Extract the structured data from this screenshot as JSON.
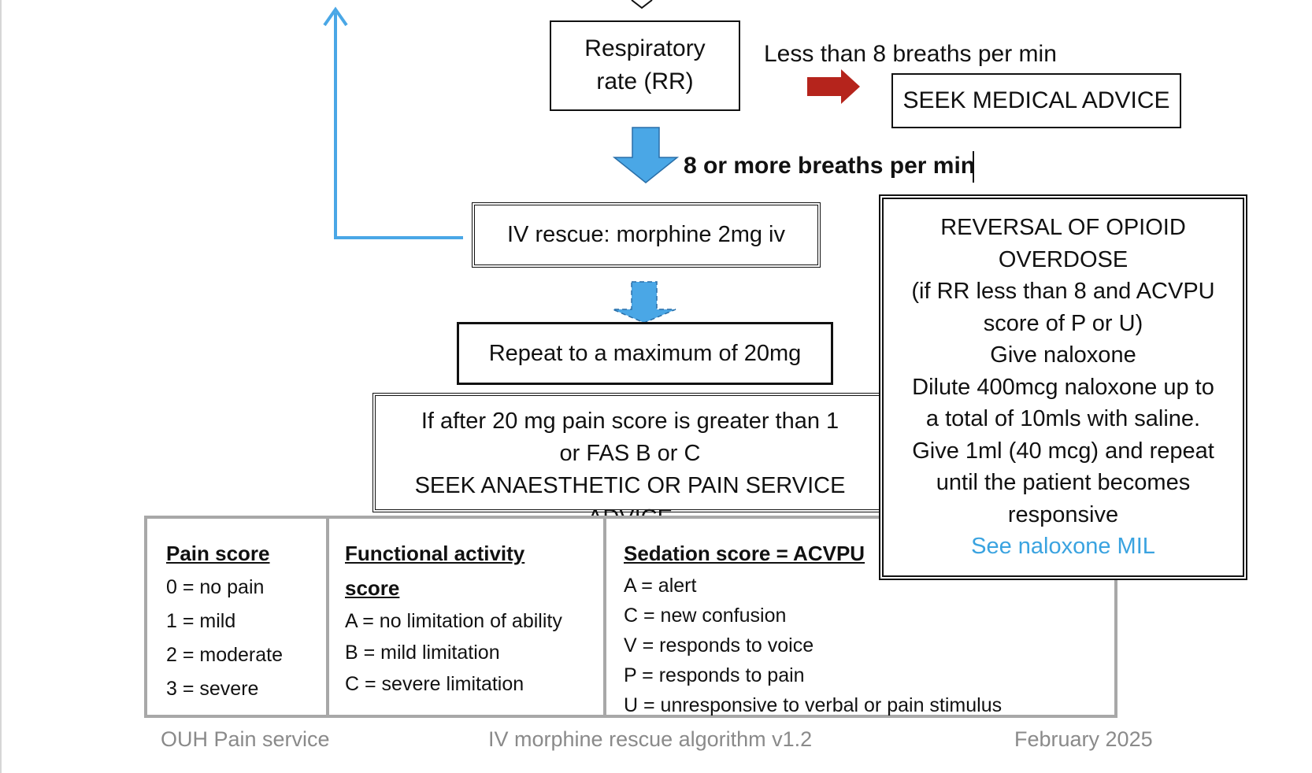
{
  "respiratory_rate_box": {
    "line1": "Respiratory",
    "line2": "rate (RR)"
  },
  "low_rr_label": "Less than 8 breaths per min",
  "seek_medical_advice": "SEEK MEDICAL ADVICE",
  "ok_rr_label": "8 or more breaths per min",
  "iv_rescue": "IV rescue: morphine 2mg iv",
  "repeat_max": "Repeat to a maximum of 20mg",
  "after_20mg": {
    "line1": "If after 20 mg pain score is greater than 1",
    "line2": "or FAS B or C",
    "line3": "SEEK ANAESTHETIC OR PAIN SERVICE ADVICE"
  },
  "reversal": {
    "lines": [
      "REVERSAL OF OPIOID",
      "OVERDOSE",
      "(if RR less than 8 and ACVPU",
      "score of P or U)",
      "Give naloxone",
      "Dilute 400mcg naloxone up to",
      "a total of 10mls with saline.",
      "Give 1ml (40 mcg) and repeat",
      "until the patient becomes",
      "responsive"
    ],
    "link": "See naloxone MIL"
  },
  "pain_score": {
    "title": "Pain score",
    "items": [
      "0 = no pain",
      "1 = mild",
      "2 = moderate",
      "3 = severe"
    ]
  },
  "functional_activity": {
    "title_line1": "Functional activity",
    "title_line2": "score",
    "items": [
      "A = no limitation of ability",
      "B = mild limitation",
      "C = severe limitation"
    ]
  },
  "sedation_score": {
    "title": "Sedation score = ACVPU",
    "items": [
      "A = alert",
      "C = new confusion",
      "V = responds to voice",
      "P = responds to pain",
      "U = unresponsive to verbal or pain stimulus"
    ]
  },
  "footer": {
    "left": "OUH Pain service",
    "center": "IV morphine rescue algorithm v1.2",
    "right": "February 2025"
  },
  "colors": {
    "red_arrow": "#b5241c",
    "blue_arrow": "#4aa7e6",
    "link": "#3aa3e0",
    "table_border": "#a8a8a8"
  }
}
